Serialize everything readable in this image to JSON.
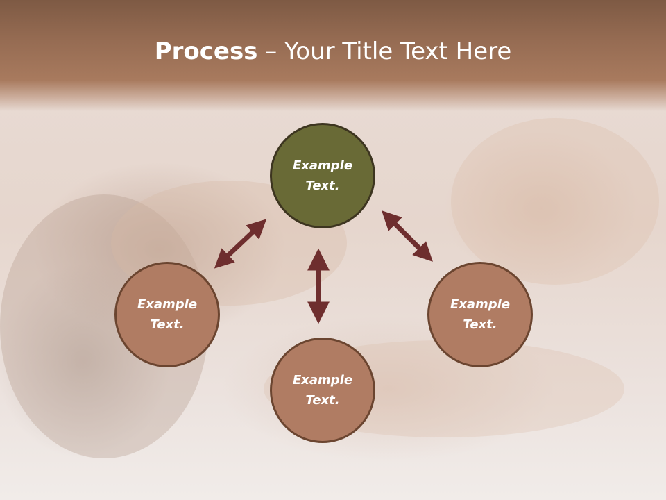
{
  "title": {
    "bold": "Process",
    "rest": " – Your Title Text Here"
  },
  "nodes": {
    "center": "Example\nText.",
    "left": "Example\nText.",
    "right": "Example\nText.",
    "bottom": "Example\nText."
  },
  "colors": {
    "header": "#956b52",
    "center_node": "#696a36",
    "outer_node": "#b07c63",
    "arrow": "#6e2e2e"
  }
}
